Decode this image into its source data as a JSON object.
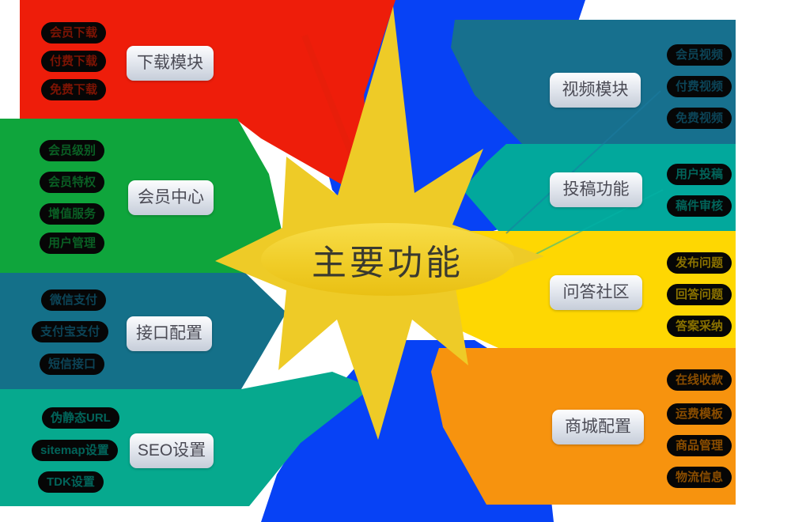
{
  "title": "主要功能",
  "colors": {
    "center_star": "#eecb27",
    "background_blue": "#0742f5",
    "label_box": "#d7dde8"
  },
  "branches": [
    {
      "label": "下载模块",
      "color": "#ee1d0a",
      "leaves": [
        "会员下载",
        "付费下载",
        "免费下载"
      ]
    },
    {
      "label": "会员中心",
      "color": "#0fa53c",
      "leaves": [
        "会员级别",
        "会员特权",
        "增值服务",
        "用户管理"
      ]
    },
    {
      "label": "接口配置",
      "color": "#147089",
      "leaves": [
        "微信支付",
        "支付宝支付",
        "短信接口"
      ]
    },
    {
      "label": "SEO设置",
      "color": "#06a98e",
      "leaves": [
        "伪静态URL",
        "sitemap设置",
        "TDK设置"
      ]
    },
    {
      "label": "视频模块",
      "color": "#17708e",
      "leaves": [
        "会员视频",
        "付费视频",
        "免费视频"
      ]
    },
    {
      "label": "投稿功能",
      "color": "#02a89c",
      "leaves": [
        "用户投稿",
        "稿件审核"
      ]
    },
    {
      "label": "问答社区",
      "color": "#fed702",
      "leaves": [
        "发布问题",
        "回答问题",
        "答案采纳"
      ]
    },
    {
      "label": "商城配置",
      "color": "#f7930e",
      "leaves": [
        "在线收款",
        "运费模板",
        "商品管理",
        "物流信息"
      ]
    }
  ]
}
